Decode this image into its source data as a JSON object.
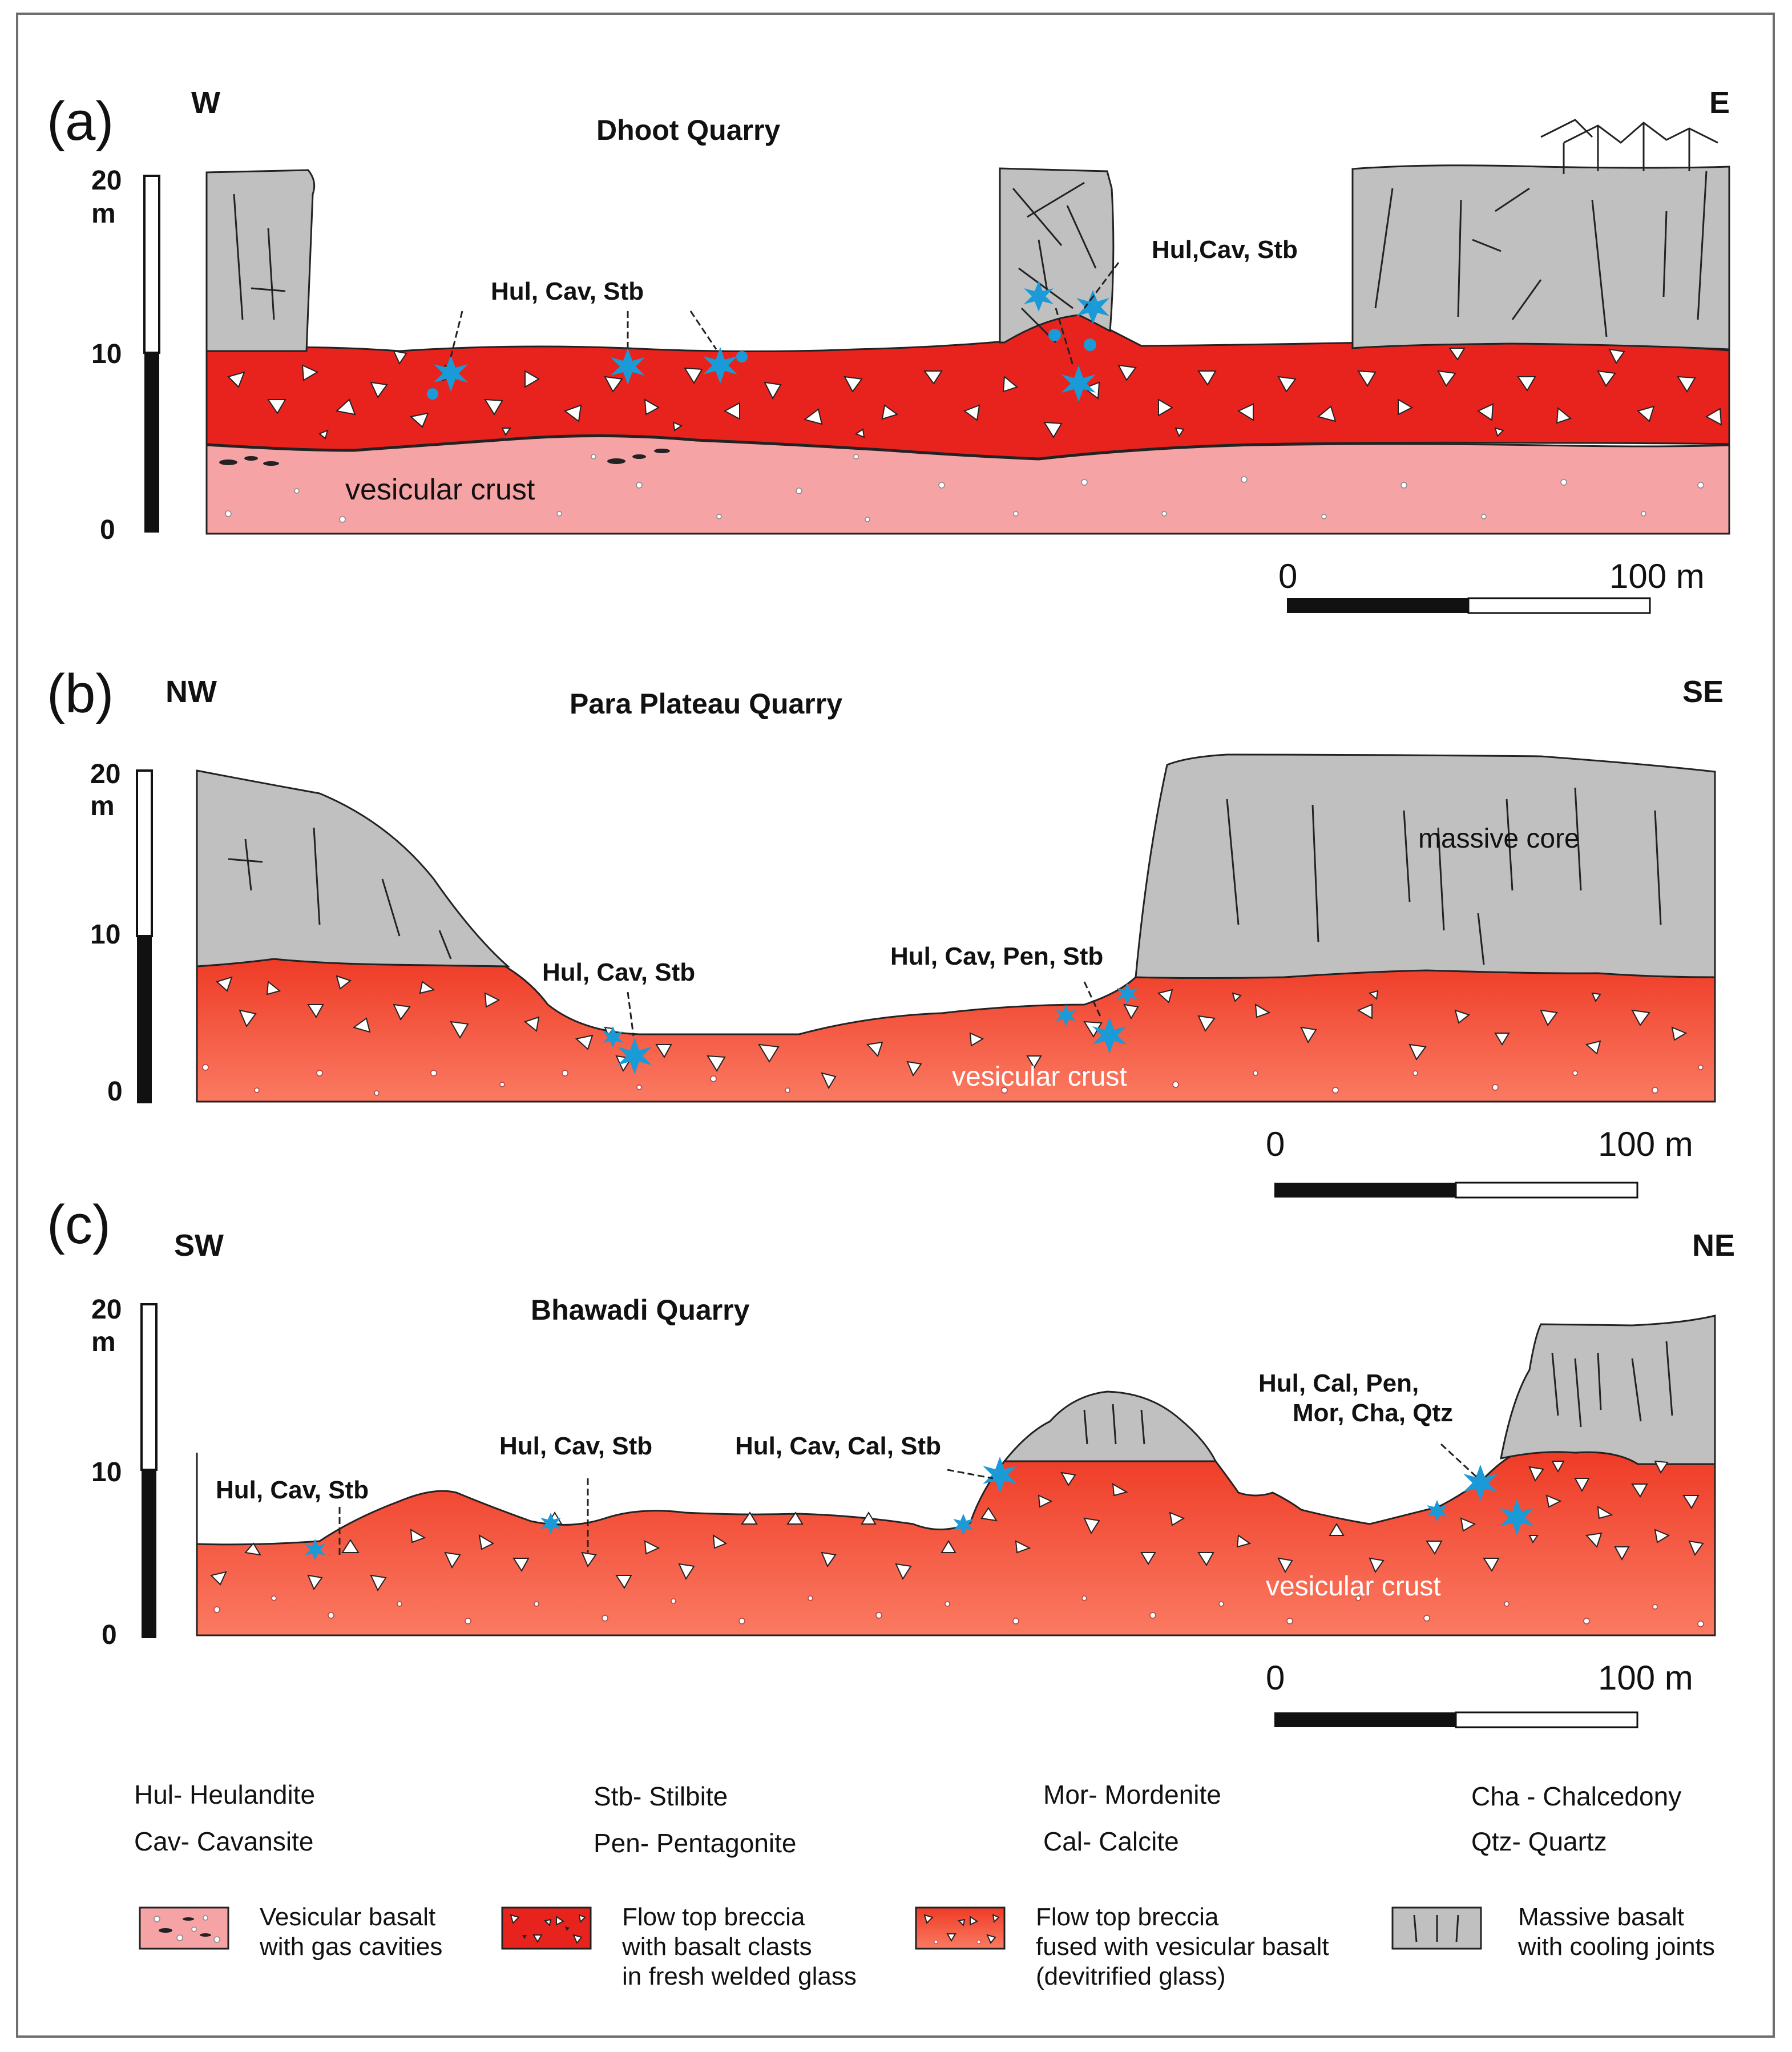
{
  "sections": [
    {
      "letter": "(a)",
      "west": "W",
      "east": "E",
      "title": "Dhoot Quarry",
      "scale_ticks": [
        "20",
        "m",
        "10",
        "0"
      ],
      "annotations": [
        "Hul, Cav, Stb",
        "Hul,Cav, Stb"
      ],
      "crust_label": "vesicular crust",
      "massive_label": "",
      "bar_left": "0",
      "bar_right": "100 m"
    },
    {
      "letter": "(b)",
      "west": "NW",
      "east": "SE",
      "title": "Para Plateau Quarry",
      "scale_ticks": [
        "20",
        "m",
        "10",
        "0"
      ],
      "annotations": [
        "Hul, Cav, Stb",
        "Hul, Cav, Pen, Stb"
      ],
      "crust_label": "vesicular crust",
      "massive_label": "massive core",
      "bar_left": "0",
      "bar_right": "100 m"
    },
    {
      "letter": "(c)",
      "west": "SW",
      "east": "NE",
      "title": "Bhawadi Quarry",
      "scale_ticks": [
        "20",
        "m",
        "10",
        "0"
      ],
      "annotations": [
        "Hul, Cav, Stb",
        "Hul, Cav, Stb",
        "Hul, Cav, Cal, Stb",
        "Hul, Cal, Pen,",
        "Mor, Cha, Qtz"
      ],
      "crust_label": "vesicular crust",
      "massive_label": "",
      "bar_left": "0",
      "bar_right": "100 m"
    }
  ],
  "abbreviations": [
    "Hul- Heulandite",
    "Cav- Cavansite",
    "Stb- Stilbite",
    "Pen- Pentagonite",
    "Mor- Mordenite",
    "Cal- Calcite",
    "Cha - Chalcedony",
    "Qtz- Quartz"
  ],
  "legend": [
    {
      "lines": [
        "Vesicular basalt",
        "with gas cavities"
      ],
      "swatch": "vesicular",
      "color": "#f6a3a6"
    },
    {
      "lines": [
        "Flow top breccia",
        "with basalt clasts",
        "in fresh welded glass"
      ],
      "swatch": "fresh",
      "color": "#e8231d"
    },
    {
      "lines": [
        "Flow top breccia",
        "fused with vesicular basalt",
        "(devitrified glass)"
      ],
      "swatch": "fused",
      "color": "#f26e5c"
    },
    {
      "lines": [
        "Massive basalt",
        "with cooling joints"
      ],
      "swatch": "massive",
      "color": "#c0c0c0"
    }
  ],
  "colors": {
    "massive": "#c0c0c0",
    "breccia_fresh": "#e8231d",
    "breccia_fused_top": "#ee3b26",
    "breccia_fused_bottom": "#fb7a62",
    "vesicular": "#f6a3a6",
    "mineral_star": "#1a9ad6"
  }
}
